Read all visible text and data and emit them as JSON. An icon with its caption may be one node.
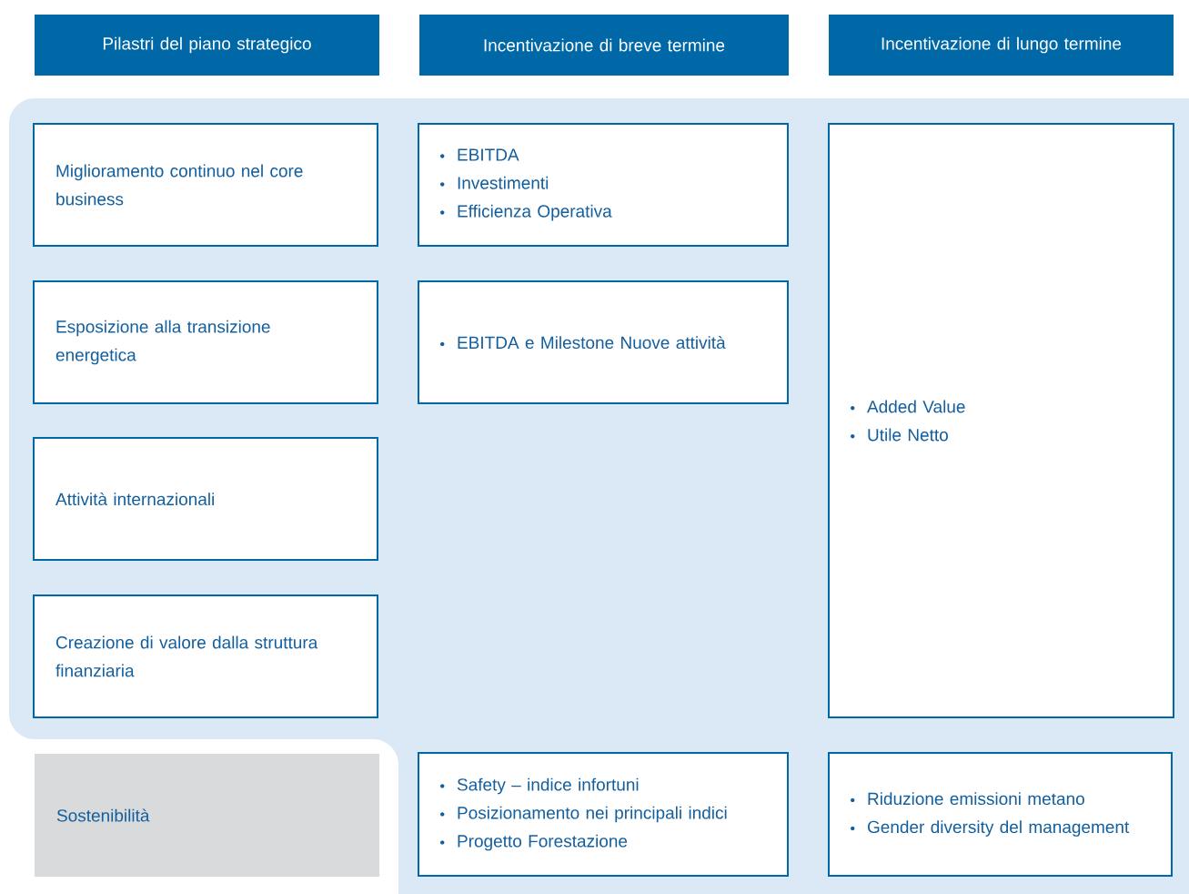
{
  "diagram": {
    "nodes": [
      {
        "text": [
          "Pilastri del piano strategico"
        ]
      },
      {
        "text": [
          "Incentivazione di breve termine"
        ]
      },
      {
        "text": [
          "Incentivazione di lungo termine"
        ]
      },
      {
        "text": [
          "Miglioramento continuo nel core business"
        ]
      },
      {
        "text": [
          "EBITDA",
          "Investimenti",
          "Efficienza Operativa"
        ]
      },
      {
        "text": [
          "Added Value",
          "Utile Netto"
        ]
      },
      {
        "text": [
          "Esposizione alla transizione energetica"
        ]
      },
      {
        "text": [
          "EBITDA e Milestone Nuove attività"
        ]
      },
      {
        "text": [
          "Attività internazionali"
        ]
      },
      {
        "text": [
          "Creazione di valore dalla struttura finanziaria"
        ]
      },
      {
        "text": [
          "Sostenibilità"
        ]
      },
      {
        "text": [
          "Safety – indice infortuni",
          "Posizionamento nei principali indici",
          "Progetto Forestazione"
        ]
      },
      {
        "text": [
          "Riduzione emissioni metano",
          "Gender diversity del management"
        ]
      }
    ]
  }
}
